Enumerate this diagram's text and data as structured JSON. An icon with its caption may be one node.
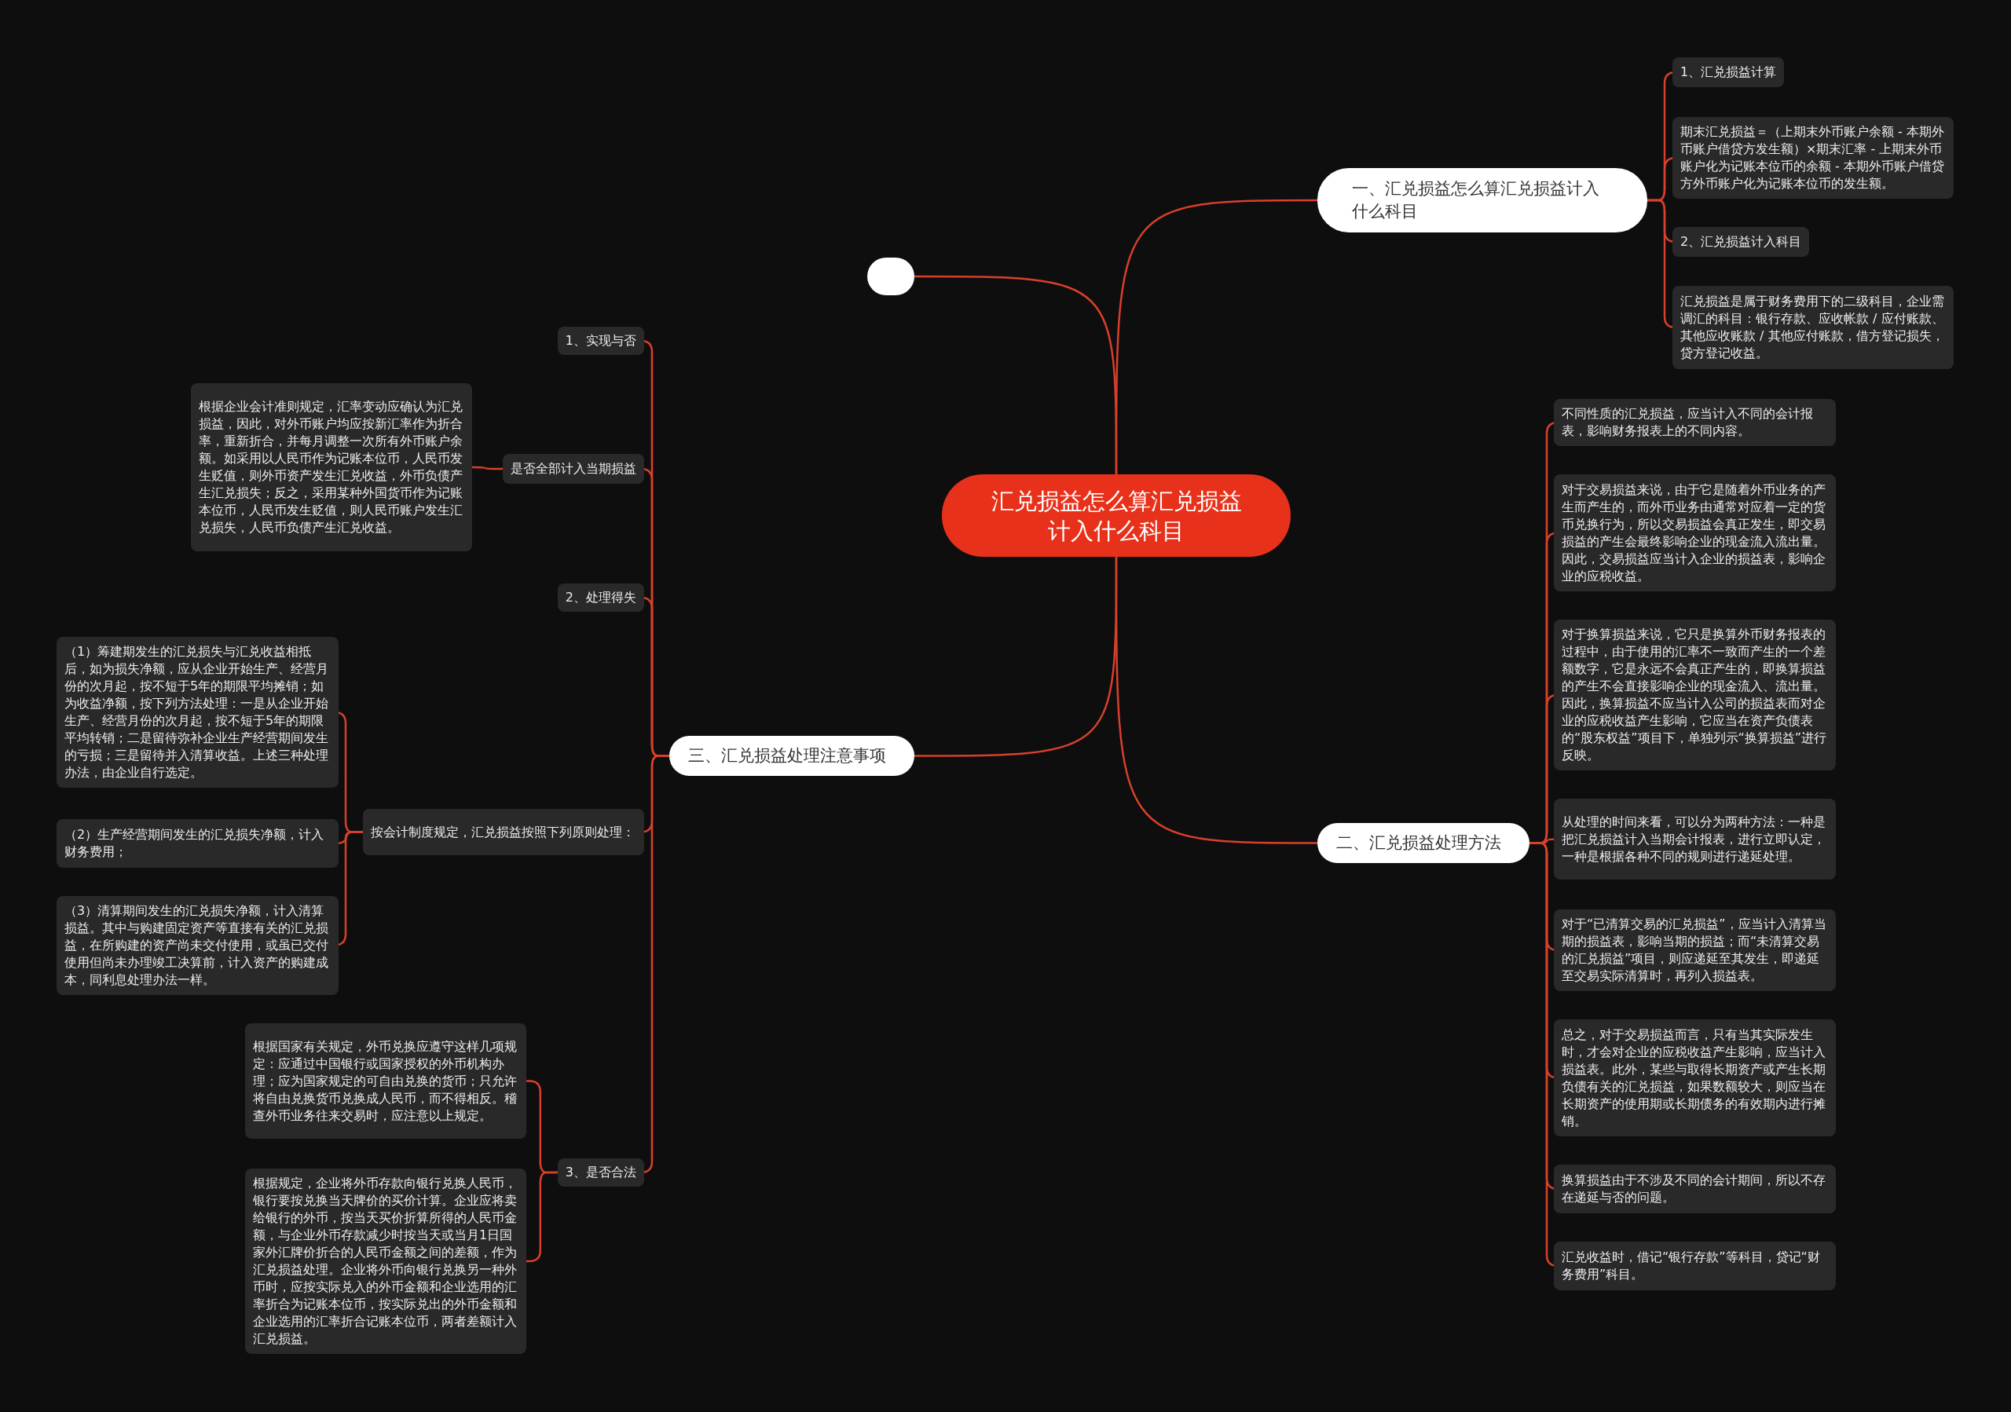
{
  "diagram": {
    "nodes": [
      {
        "text": [
          "汇兑损益怎么算汇兑损益计入什么科目"
        ]
      },
      {
        "text": [],
        "shape": "box"
      },
      {
        "text": [
          "一、汇兑损益怎么算汇兑损益计入什么科目"
        ]
      },
      {
        "text": [
          "1、汇兑损益计算"
        ]
      },
      {
        "text": [
          "期末汇兑损益＝（上期末外币账户余额 - 本期外币账户借贷方发生额）×期末汇率 - 上期末外币账户化为记账本位币的余额 - 本期外币账户借贷方外币账户化为记账本位币的发生额。"
        ]
      },
      {
        "text": [
          "2、汇兑损益计入科目"
        ]
      },
      {
        "text": [
          "汇兑损益是属于财务费用下的二级科目，企业需调汇的科目：银行存款、应收帐款 / 应付账款、其他应收账款 / 其他应付账款，借方登记损失，贷方登记收益。"
        ]
      },
      {
        "text": [
          "二、汇兑损益处理方法"
        ]
      },
      {
        "text": [
          "不同性质的汇兑损益，应当计入不同的会计报表，影响财务报表上的不同内容。"
        ]
      },
      {
        "text": [
          "对于交易损益来说，由于它是随着外币业务的产生而产生的，而外币业务由通常对应着一定的货币兑换行为，所以交易损益会真正发生，即交易损益的产生会最终影响企业的现金流入流出量。因此，交易损益应当计入企业的损益表，影响企业的应税收益。"
        ]
      },
      {
        "text": [
          "对于换算损益来说，它只是换算外币财务报表的过程中，由于使用的汇率不一致而产生的一个差额数字，它是永远不会真正产生的，即换算损益的产生不会直接影响企业的现金流入、流出量。因此，换算损益不应当计入公司的损益表而对企业的应税收益产生影响，它应当在资产负债表的“股东权益”项目下，单独列示“换算损益”进行反映。"
        ]
      },
      {
        "text": [
          "从处理的时间来看，可以分为两种方法：一种是把汇兑损益计入当期会计报表，进行立即认定，一种是根据各种不同的规则进行递延处理。"
        ]
      },
      {
        "text": [
          "对于“已清算交易的汇兑损益”，应当计入清算当期的损益表，影响当期的损益；而“未清算交易的汇兑损益”项目，则应递延至其发生，即递延至交易实际清算时，再列入损益表。"
        ]
      },
      {
        "text": [
          "总之，对于交易损益而言，只有当其实际发生时，才会对企业的应税收益产生影响，应当计入损益表。此外，某些与取得长期资产或产生长期负债有关的汇兑损益，如果数额较大，则应当在长期资产的使用期或长期债务的有效期内进行摊销。"
        ]
      },
      {
        "text": [
          "换算损益由于不涉及不同的会计期间，所以不存在递延与否的问题。"
        ]
      },
      {
        "text": [
          "汇兑收益时，借记“银行存款”等科目，贷记“财务费用”科目。"
        ]
      },
      {
        "text": [
          "三、汇兑损益处理注意事项"
        ]
      },
      {
        "text": [
          "1、实现与否"
        ]
      },
      {
        "text": [
          "是否全部计入当期损益"
        ]
      },
      {
        "text": [
          "根据企业会计准则规定，汇率变动应确认为汇兑损益，因此，对外币账户均应按新汇率作为折合率，重新折合，并每月调整一次所有外币账户余额。如采用以人民币作为记账本位币，人民币发生贬值，则外币资产发生汇兑收益，外币负债产生汇兑损失；反之，采用某种外国货币作为记账本位币，人民币发生贬值，则人民币账户发生汇兑损失，人民币负债产生汇兑收益。"
        ]
      },
      {
        "text": [
          "2、处理得失"
        ]
      },
      {
        "text": [
          "按会计制度规定，汇兑损益按照下列原则处理："
        ]
      },
      {
        "text": [
          "（1）筹建期发生的汇兑损失与汇兑收益相抵后，如为损失净额，应从企业开始生产、经营月份的次月起，按不短于5年的期限平均摊销；如为收益净额，按下列方法处理：一是从企业开始生产、经营月份的次月起，按不短于5年的期限平均转销；二是留待弥补企业生产经营期间发生的亏损；三是留待并入清算收益。上述三种处理办法，由企业自行选定。"
        ]
      },
      {
        "text": [
          "（2）生产经营期间发生的汇兑损失净额，计入财务费用；"
        ]
      },
      {
        "text": [
          "（3）清算期间发生的汇兑损失净额，计入清算损益。其中与购建固定资产等直接有关的汇兑损益，在所购建的资产尚未交付使用，或虽已交付使用但尚未办理竣工决算前，计入资产的购建成本，同利息处理办法一样。"
        ]
      },
      {
        "text": [
          "3、是否合法"
        ]
      },
      {
        "text": [
          "根据国家有关规定，外币兑换应遵守这样几项规定：应通过中国银行或国家授权的外币机构办理；应为国家规定的可自由兑换的货币；只允许将自由兑换货币兑换成人民币，而不得相反。稽查外币业务往来交易时，应注意以上规定。"
        ]
      },
      {
        "text": [
          "根据规定，企业将外币存款向银行兑换人民币，银行要按兑换当天牌价的买价计算。企业应将卖给银行的外币，按当天买价折算所得的人民币金额，与企业外币存款减少时按当天或当月1日国家外汇牌价折合的人民币金额之间的差额，作为汇兑损益处理。企业将外币向银行兑换另一种外币时，应按实际兑入的外币金额和企业选用的汇率折合为记账本位币，按实际兑出的外币金额和企业选用的汇率折合记账本位币，两者差额计入汇兑损益。"
        ]
      }
    ],
    "edges": [
      {
        "from": 0,
        "to": 1,
        "arrow": "none"
      },
      {
        "from": 0,
        "to": 2,
        "arrow": "none"
      },
      {
        "from": 0,
        "to": 7,
        "arrow": "none"
      },
      {
        "from": 0,
        "to": 16,
        "arrow": "none"
      },
      {
        "from": 2,
        "to": 3,
        "arrow": "none"
      },
      {
        "from": 2,
        "to": 4,
        "arrow": "none"
      },
      {
        "from": 2,
        "to": 5,
        "arrow": "none"
      },
      {
        "from": 2,
        "to": 6,
        "arrow": "none"
      },
      {
        "from": 7,
        "to": 8,
        "arrow": "none"
      },
      {
        "from": 7,
        "to": 9,
        "arrow": "none"
      },
      {
        "from": 7,
        "to": 10,
        "arrow": "none"
      },
      {
        "from": 7,
        "to": 11,
        "arrow": "none"
      },
      {
        "from": 7,
        "to": 12,
        "arrow": "none"
      },
      {
        "from": 7,
        "to": 13,
        "arrow": "none"
      },
      {
        "from": 7,
        "to": 14,
        "arrow": "none"
      },
      {
        "from": 7,
        "to": 15,
        "arrow": "none"
      },
      {
        "from": 16,
        "to": 17,
        "arrow": "none"
      },
      {
        "from": 16,
        "to": 18,
        "arrow": "none"
      },
      {
        "from": 16,
        "to": 20,
        "arrow": "none"
      },
      {
        "from": 16,
        "to": 21,
        "arrow": "none"
      },
      {
        "from": 16,
        "to": 25,
        "arrow": "none"
      },
      {
        "from": 18,
        "to": 19,
        "arrow": "none"
      },
      {
        "from": 21,
        "to": 22,
        "arrow": "none"
      },
      {
        "from": 21,
        "to": 23,
        "arrow": "none"
      },
      {
        "from": 21,
        "to": 24,
        "arrow": "none"
      },
      {
        "from": 25,
        "to": 26,
        "arrow": "none"
      },
      {
        "from": 25,
        "to": 27,
        "arrow": "none"
      }
    ]
  }
}
